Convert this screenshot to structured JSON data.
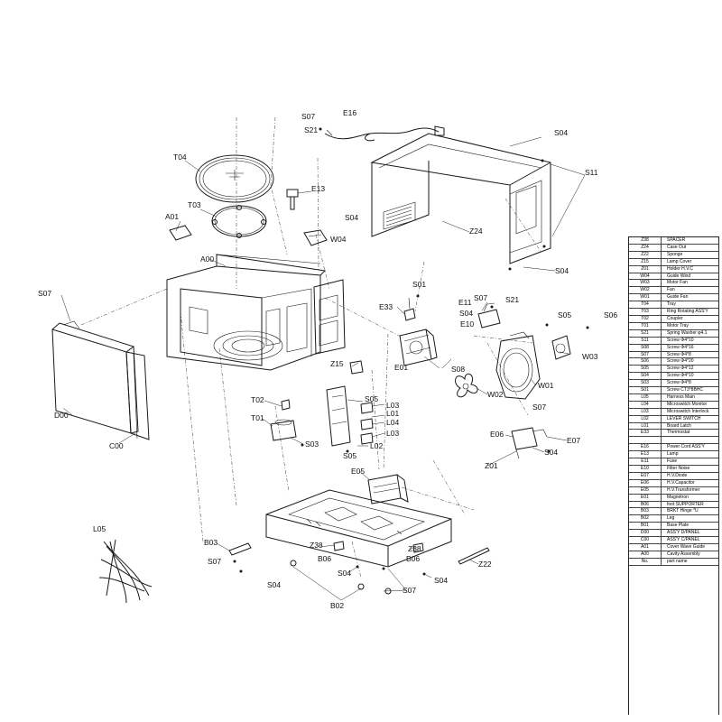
{
  "callouts": [
    {
      "id": "S07",
      "text": "S07"
    },
    {
      "id": "E16",
      "text": "E16"
    },
    {
      "id": "S21a",
      "text": "S21"
    },
    {
      "id": "S04a",
      "text": "S04"
    },
    {
      "id": "T04",
      "text": "T04"
    },
    {
      "id": "E13",
      "text": "E13"
    },
    {
      "id": "S11",
      "text": "S11"
    },
    {
      "id": "T03",
      "text": "T03"
    },
    {
      "id": "A01",
      "text": "A01"
    },
    {
      "id": "S04b",
      "text": "S04"
    },
    {
      "id": "W04",
      "text": "W04"
    },
    {
      "id": "Z24",
      "text": "Z24"
    },
    {
      "id": "A00",
      "text": "A00"
    },
    {
      "id": "S04c",
      "text": "S04"
    },
    {
      "id": "S07b",
      "text": "S07"
    },
    {
      "id": "S01",
      "text": "S01"
    },
    {
      "id": "E11",
      "text": "E11"
    },
    {
      "id": "S07c",
      "text": "S07"
    },
    {
      "id": "S21b",
      "text": "S21"
    },
    {
      "id": "E33",
      "text": "E33"
    },
    {
      "id": "S04d",
      "text": "S04"
    },
    {
      "id": "E10",
      "text": "E10"
    },
    {
      "id": "S05a",
      "text": "S05"
    },
    {
      "id": "S06",
      "text": "S06"
    },
    {
      "id": "E01",
      "text": "E01"
    },
    {
      "id": "W03",
      "text": "W03"
    },
    {
      "id": "Z15",
      "text": "Z15"
    },
    {
      "id": "S08",
      "text": "S08"
    },
    {
      "id": "W01",
      "text": "W01"
    },
    {
      "id": "W02",
      "text": "W02"
    },
    {
      "id": "S05b",
      "text": "S05"
    },
    {
      "id": "L03a",
      "text": "L03"
    },
    {
      "id": "L01",
      "text": "L01"
    },
    {
      "id": "T02",
      "text": "T02"
    },
    {
      "id": "L04",
      "text": "L04"
    },
    {
      "id": "L03b",
      "text": "L03"
    },
    {
      "id": "S07d",
      "text": "S07"
    },
    {
      "id": "D00",
      "text": "D00"
    },
    {
      "id": "T01",
      "text": "T01"
    },
    {
      "id": "S03",
      "text": "S03"
    },
    {
      "id": "L02",
      "text": "L02"
    },
    {
      "id": "E06",
      "text": "E06"
    },
    {
      "id": "E07",
      "text": "E07"
    },
    {
      "id": "C00",
      "text": "C00"
    },
    {
      "id": "S05c",
      "text": "S05"
    },
    {
      "id": "S04e",
      "text": "S04"
    },
    {
      "id": "Z01",
      "text": "Z01"
    },
    {
      "id": "E05",
      "text": "E05"
    },
    {
      "id": "B03",
      "text": "B03"
    },
    {
      "id": "Z38a",
      "text": "Z38"
    },
    {
      "id": "B06a",
      "text": "B06"
    },
    {
      "id": "Z38b",
      "text": "Z38"
    },
    {
      "id": "B06b",
      "text": "B06"
    },
    {
      "id": "Z22",
      "text": "Z22"
    },
    {
      "id": "S07e",
      "text": "S07"
    },
    {
      "id": "S04f",
      "text": "S04"
    },
    {
      "id": "S04g",
      "text": "S04"
    },
    {
      "id": "S04h",
      "text": "S04"
    },
    {
      "id": "S07f",
      "text": "S07"
    },
    {
      "id": "L05",
      "text": "L05"
    },
    {
      "id": "B02",
      "text": "B02"
    }
  ],
  "parts_table": [
    {
      "code": "Z38",
      "name": "SPACER"
    },
    {
      "code": "Z24",
      "name": "Case Out"
    },
    {
      "code": "Z22",
      "name": "Sponge"
    },
    {
      "code": "Z15",
      "name": "Lamp Cover"
    },
    {
      "code": "Z01",
      "name": "Holder H.V.C"
    },
    {
      "code": "W04",
      "name": "Guide Wind"
    },
    {
      "code": "W03",
      "name": "Motor Fan"
    },
    {
      "code": "W02",
      "name": "Fan"
    },
    {
      "code": "W01",
      "name": "Guide Fan"
    },
    {
      "code": "T04",
      "name": "Tray"
    },
    {
      "code": "T03",
      "name": "Ring Rotating ASS'Y"
    },
    {
      "code": "T02",
      "name": "Coupler"
    },
    {
      "code": "T01",
      "name": "Motor Tray"
    },
    {
      "code": "S21",
      "name": "Spring Washer φ4.1"
    },
    {
      "code": "S11",
      "name": "Screw Φ4*10"
    },
    {
      "code": "S08",
      "name": "Screw Φ4*16"
    },
    {
      "code": "S07",
      "name": "Screw Φ4*8"
    },
    {
      "code": "S06",
      "name": "Screw Φ4*20"
    },
    {
      "code": "S05",
      "name": "Screw Φ4*12"
    },
    {
      "code": "S04",
      "name": "Screw Φ4*10"
    },
    {
      "code": "S03",
      "name": "Screw Φ4*8"
    },
    {
      "code": "S01",
      "name": "Screw CT3*8BHC"
    },
    {
      "code": "L05",
      "name": "Harness Main"
    },
    {
      "code": "L04",
      "name": "Microswitch Monitor"
    },
    {
      "code": "L03",
      "name": "Microswitch Interlock"
    },
    {
      "code": "L02",
      "name": "LEVER SWITCH"
    },
    {
      "code": "L01",
      "name": "Board Latch"
    },
    {
      "code": "E33",
      "name": "Thermostat"
    },
    {
      "code": "",
      "name": ""
    },
    {
      "code": "E16",
      "name": "Power Cord ASS'Y"
    },
    {
      "code": "E13",
      "name": "Lamp"
    },
    {
      "code": "E11",
      "name": "Fuse"
    },
    {
      "code": "E10",
      "name": "Filter Noise"
    },
    {
      "code": "E07",
      "name": "H.V.Diode"
    },
    {
      "code": "E06",
      "name": "H.V.Capacitor"
    },
    {
      "code": "E05",
      "name": "H.V.Transformer"
    },
    {
      "code": "E01",
      "name": "Magnetron"
    },
    {
      "code": "B06",
      "name": "foot SUPPORTER"
    },
    {
      "code": "B03",
      "name": "BRKT Hinge *U"
    },
    {
      "code": "B02",
      "name": "Leg"
    },
    {
      "code": "B01",
      "name": "Base Plate"
    },
    {
      "code": "D00",
      "name": "ASS'Y D/PANEL"
    },
    {
      "code": "C00",
      "name": "ASS'Y C/PANEL"
    },
    {
      "code": "A01",
      "name": "Cover Wave Guide"
    },
    {
      "code": "A00",
      "name": "Cavity Assembly"
    },
    {
      "code": "No.",
      "name": "part name"
    }
  ]
}
